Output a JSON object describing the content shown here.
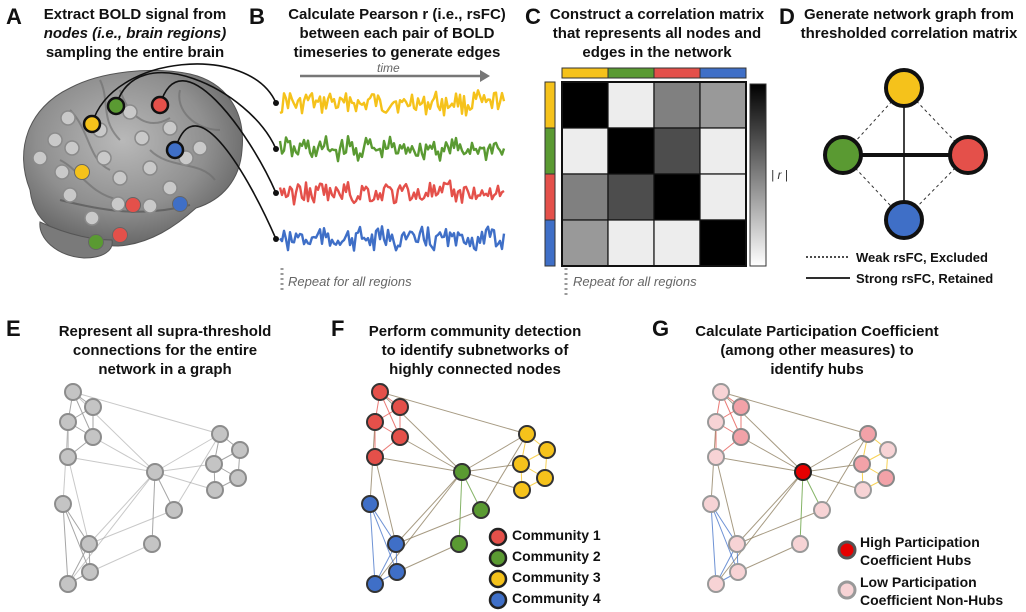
{
  "panels": {
    "A": {
      "letter": "A",
      "title": [
        "Extract BOLD signal from",
        "nodes (i.e., brain regions)",
        "sampling the entire brain"
      ]
    },
    "B": {
      "letter": "B",
      "title": [
        "Calculate Pearson r (i.e., rsFC)",
        "between each pair of BOLD",
        "timeseries to generate edges"
      ],
      "axis_label": "time",
      "note": "Repeat for all regions"
    },
    "C": {
      "letter": "C",
      "title": [
        "Construct a correlation matrix",
        "that represents all nodes and",
        "edges in the network"
      ],
      "note": "Repeat for all regions",
      "colorbar_max": "1",
      "colorbar_min": "0",
      "colorbar_label": "| r |"
    },
    "D": {
      "letter": "D",
      "title": [
        "Generate network graph from",
        "thresholded correlation matrix"
      ],
      "legend_weak": "Weak rsFC, Excluded",
      "legend_strong": "Strong rsFC, Retained"
    },
    "E": {
      "letter": "E",
      "title": [
        "Represent all supra-threshold",
        "connections for the entire",
        "network in a graph"
      ]
    },
    "F": {
      "letter": "F",
      "title": [
        "Perform community detection",
        "to identify subnetworks of",
        "highly connected nodes"
      ],
      "legend": [
        "Community 1",
        "Community 2",
        "Community 3",
        "Community 4"
      ]
    },
    "G": {
      "letter": "G",
      "title": [
        "Calculate Participation Coefficient",
        "(among other measures) to",
        "identify hubs"
      ],
      "legend_high": [
        "High Participation",
        "Coefficient Hubs"
      ],
      "legend_low": [
        "Low Participation",
        "Coefficient Non-Hubs"
      ]
    }
  },
  "colors": {
    "yellow": "#f5c21b",
    "green": "#5a9a32",
    "red": "#e4504a",
    "blue": "#3f6fc7",
    "gray_node": "#c8c8c8",
    "hub_red": "#e60000",
    "nonhub_pink": "#f7d3d5"
  },
  "correlation_matrix": [
    [
      1.0,
      0.07,
      0.5,
      0.4
    ],
    [
      0.07,
      1.0,
      0.7,
      0.07
    ],
    [
      0.5,
      0.7,
      1.0,
      0.07
    ],
    [
      0.4,
      0.07,
      0.07,
      1.0
    ]
  ]
}
